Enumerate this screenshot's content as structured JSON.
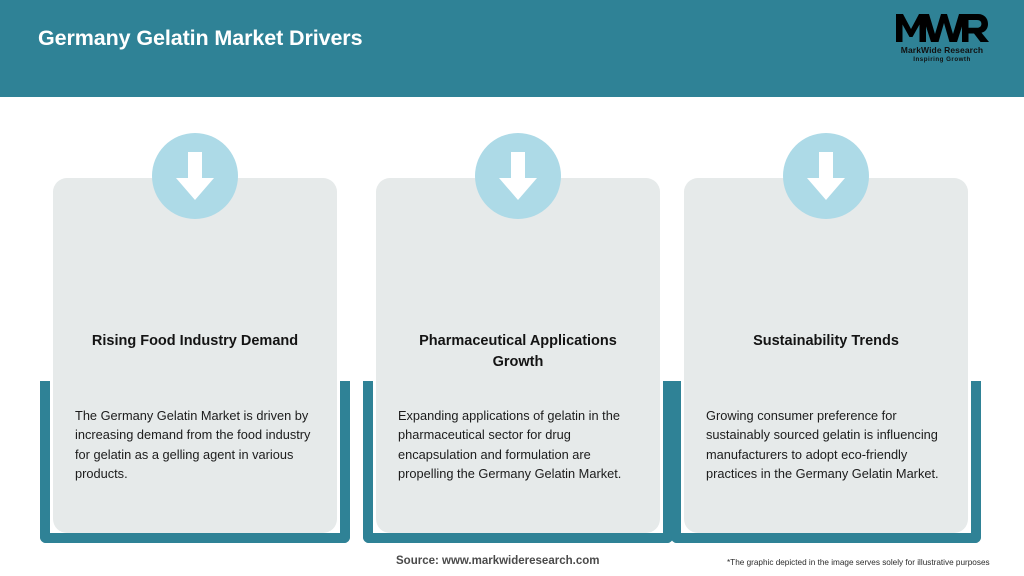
{
  "header": {
    "title": "Germany Gelatin Market Drivers",
    "bar_color": "#2f8296",
    "title_color": "#ffffff"
  },
  "logo": {
    "mark": "MWR",
    "name": "MarkWide Research",
    "tagline": "Inspiring Growth"
  },
  "cards": [
    {
      "icon": "down-arrow-icon",
      "title": "Rising Food Industry Demand",
      "body": "The Germany Gelatin Market is driven by increasing demand from the food industry for gelatin as a gelling agent in various products."
    },
    {
      "icon": "down-arrow-icon",
      "title": "Pharmaceutical Applications Growth",
      "body": "Expanding applications of gelatin in the pharmaceutical sector for drug encapsulation and formulation are propelling the Germany Gelatin Market."
    },
    {
      "icon": "down-arrow-icon",
      "title": "Sustainability Trends",
      "body": "Growing consumer preference for sustainably sourced gelatin is influencing manufacturers to adopt eco-friendly practices in the Germany Gelatin Market."
    }
  ],
  "footer": {
    "source": "Source: www.markwideresearch.com",
    "disclaimer": "*The graphic depicted in the image serves solely for illustrative purposes"
  },
  "colors": {
    "accent_teal": "#2f8296",
    "card_fill": "#e6eaea",
    "icon_circle": "#addae7",
    "page_background": "#ffffff"
  }
}
